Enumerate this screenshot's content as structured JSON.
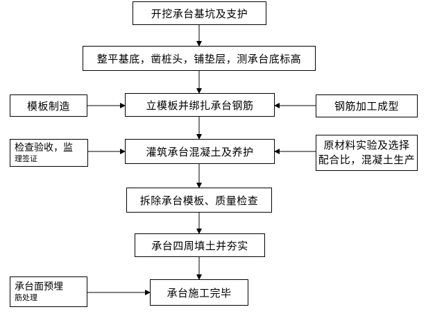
{
  "flowchart": {
    "main_steps": [
      "开挖承台基坑及支护",
      "整平基底，凿桩头，铺垫层，测承台底标高",
      "立模板并绑扎承台钢筋",
      "灌筑承台混凝土及养护",
      "拆除承台模板、质量检查",
      "承台四周填土并夯实",
      "承台施工完毕"
    ],
    "side_inputs": {
      "formwork_making": "模板制造",
      "rebar_processing": "钢筋加工成型",
      "inspection_line1": "检查验收，监",
      "inspection_line2": "理签证",
      "material_line1": "原材料实验及选择",
      "material_line2": "配合比，混凝土生产",
      "embedded_line1": "承台面预埋",
      "embedded_line2": "筋处理"
    }
  }
}
